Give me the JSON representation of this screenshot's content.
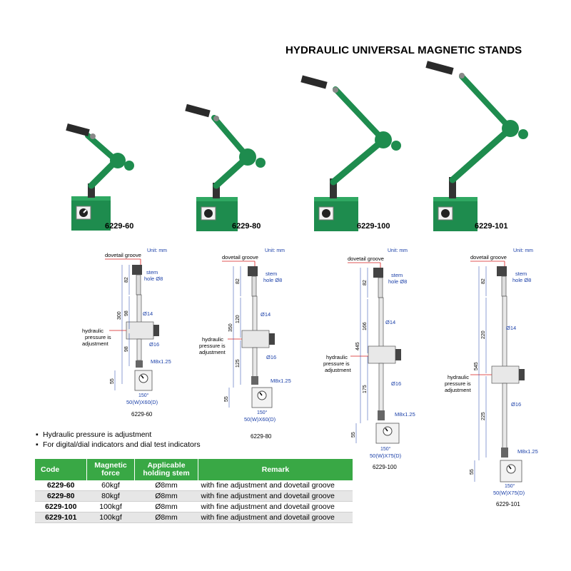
{
  "title": "HYDRAULIC UNIVERSAL MAGNETIC STANDS",
  "photos": [
    {
      "code": "6229-60"
    },
    {
      "code": "6229-80"
    },
    {
      "code": "6229-100"
    },
    {
      "code": "6229-101"
    }
  ],
  "colors": {
    "stand_green": "#1e8c4e",
    "table_header": "#39a845",
    "dim_blue": "#1a3fa8",
    "red_line": "#d81e1e"
  },
  "drawings": [
    {
      "code": "6229-60",
      "unit": "Unit: mm",
      "dovetail": "dovetail groove",
      "stem1": "stem",
      "stem2": "hole Ø8",
      "hyd1": "hydraulic",
      "hyd2": "pressure is",
      "hyd3": "adjustment",
      "dims": {
        "top": "82",
        "total": "300",
        "upper": "98",
        "lower": "98",
        "base": "55"
      },
      "dia14": "Ø14",
      "dia16": "Ø16",
      "thread": "M8x1.25",
      "angle": "150°",
      "base_size": "50(W)X60(D)"
    },
    {
      "code": "6229-80",
      "unit": "Unit: mm",
      "dovetail": "dovetail groove",
      "stem1": "stem",
      "stem2": "hole Ø8",
      "hyd1": "hydraulic",
      "hyd2": "pressure is",
      "hyd3": "adjustment",
      "dims": {
        "top": "82",
        "total": "350",
        "upper": "120",
        "lower": "125",
        "base": "55"
      },
      "dia14": "Ø14",
      "dia16": "Ø16",
      "thread": "M8x1.25",
      "angle": "150°",
      "base_size": "50(W)X60(D)"
    },
    {
      "code": "6229-100",
      "unit": "Unit: mm",
      "dovetail": "dovetail groove",
      "stem1": "stem",
      "stem2": "hole Ø8",
      "hyd1": "hydraulic",
      "hyd2": "pressure is",
      "hyd3": "adjustment",
      "dims": {
        "top": "82",
        "total": "445",
        "upper": "166",
        "lower": "175",
        "base": "55"
      },
      "dia14": "Ø14",
      "dia16": "Ø16",
      "thread": "M8x1.25",
      "angle": "150°",
      "base_size": "50(W)X75(D)"
    },
    {
      "code": "6229-101",
      "unit": "Unit: mm",
      "dovetail": "dovetail groove",
      "stem1": "stem",
      "stem2": "hole Ø8",
      "hyd1": "hydraulic",
      "hyd2": "pressure is",
      "hyd3": "adjustment",
      "dims": {
        "top": "82",
        "total": "545",
        "upper": "220",
        "lower": "225",
        "base": "55"
      },
      "dia14": "Ø14",
      "dia16": "Ø16",
      "thread": "M8x1.25",
      "angle": "150°",
      "base_size": "50(W)X75(D)"
    }
  ],
  "notes": [
    "Hydraulic pressure is adjustment",
    "For digital/dial indicators and dial test indicators"
  ],
  "table": {
    "headers": {
      "code": "Code",
      "force1": "Magnetic",
      "force2": "force",
      "stem1": "Applicable",
      "stem2": "holding stem",
      "remark": "Remark"
    },
    "rows": [
      {
        "code": "6229-60",
        "force": "60kgf",
        "stem": "Ø8mm",
        "remark": "with fine adjustment and dovetail groove"
      },
      {
        "code": "6229-80",
        "force": "80kgf",
        "stem": "Ø8mm",
        "remark": "with fine adjustment and dovetail groove"
      },
      {
        "code": "6229-100",
        "force": "100kgf",
        "stem": "Ø8mm",
        "remark": "with fine adjustment and dovetail groove"
      },
      {
        "code": "6229-101",
        "force": "100kgf",
        "stem": "Ø8mm",
        "remark": "with fine adjustment and dovetail groove"
      }
    ]
  }
}
